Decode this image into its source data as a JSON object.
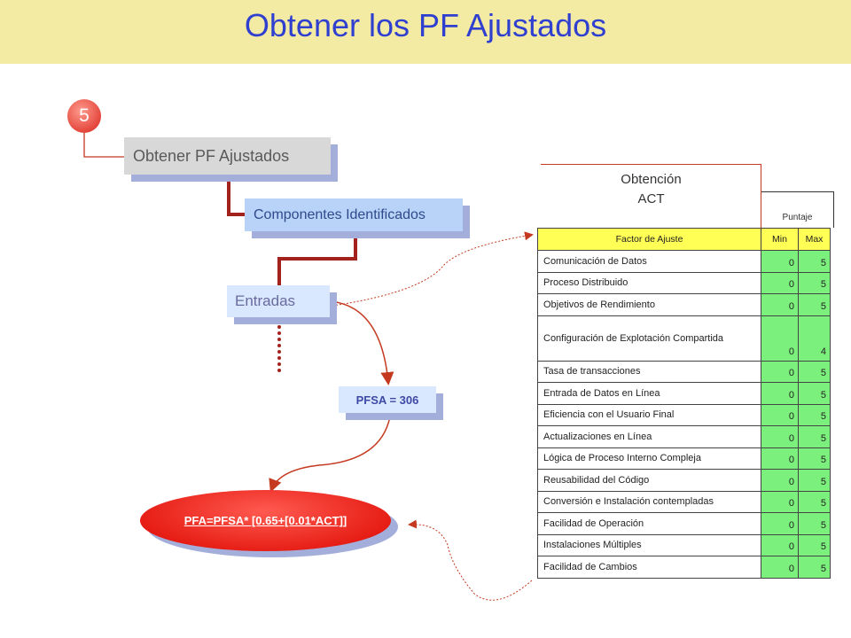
{
  "title": "Obtener los PF Ajustados",
  "step_number": "5",
  "nodes": {
    "obtener": "Obtener PF Ajustados",
    "componentes": "Componentes Identificados",
    "entradas": "Entradas",
    "pfsa": "PFSA = 306",
    "formula": "PFA=PFSA* [0.65+[0.01*ACT]]"
  },
  "act_panel": {
    "title_line1": "Obtención",
    "title_line2": "ACT",
    "puntaje": "Puntaje",
    "headers": {
      "factor": "Factor de Ajuste",
      "min": "Min",
      "max": "Max"
    },
    "rows": [
      {
        "factor": "Comunicación de Datos",
        "min": "0",
        "max": "5"
      },
      {
        "factor": "Proceso Distribuido",
        "min": "0",
        "max": "5"
      },
      {
        "factor": "Objetivos de Rendimiento",
        "min": "0",
        "max": "5"
      },
      {
        "factor": "Configuración de Explotación Compartida",
        "min": "0",
        "max": "4"
      },
      {
        "factor": "Tasa de transacciones",
        "min": "0",
        "max": "5"
      },
      {
        "factor": "Entrada de Datos en Línea",
        "min": "0",
        "max": "5"
      },
      {
        "factor": "Eficiencia con el Usuario Final",
        "min": "0",
        "max": "5"
      },
      {
        "factor": "Actualizaciones en Línea",
        "min": "0",
        "max": "5"
      },
      {
        "factor": "Lógica de Proceso Interno Compleja",
        "min": "0",
        "max": "5"
      },
      {
        "factor": "Reusabilidad del Código",
        "min": "0",
        "max": "5"
      },
      {
        "factor": "Conversión e Instalación contempladas",
        "min": "0",
        "max": "5"
      },
      {
        "factor": "Facilidad de Operación",
        "min": "0",
        "max": "5"
      },
      {
        "factor": "Instalaciones Múltiples",
        "min": "0",
        "max": "5"
      },
      {
        "factor": "Facilidad de Cambios",
        "min": "0",
        "max": "5"
      }
    ]
  }
}
